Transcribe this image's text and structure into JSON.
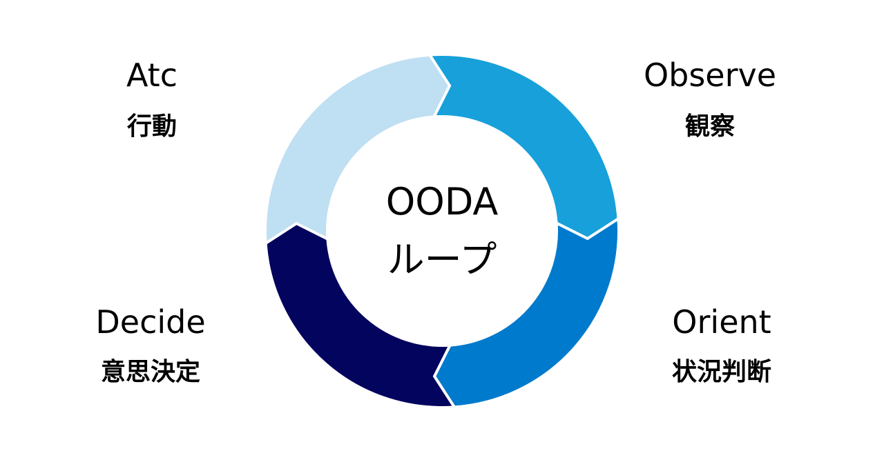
{
  "center": {
    "title": "OODA",
    "subtitle": "ループ"
  },
  "stages": [
    {
      "key": "observe",
      "en": "Observe",
      "jp": "観察",
      "color": "#17a0da"
    },
    {
      "key": "orient",
      "en": "Orient",
      "jp": "状況判断",
      "color": "#007acc"
    },
    {
      "key": "decide",
      "en": "Decide",
      "jp": "意思決定",
      "color": "#03045e"
    },
    {
      "key": "act",
      "en": "Atc",
      "jp": "行動",
      "color": "#bfdff2"
    }
  ]
}
